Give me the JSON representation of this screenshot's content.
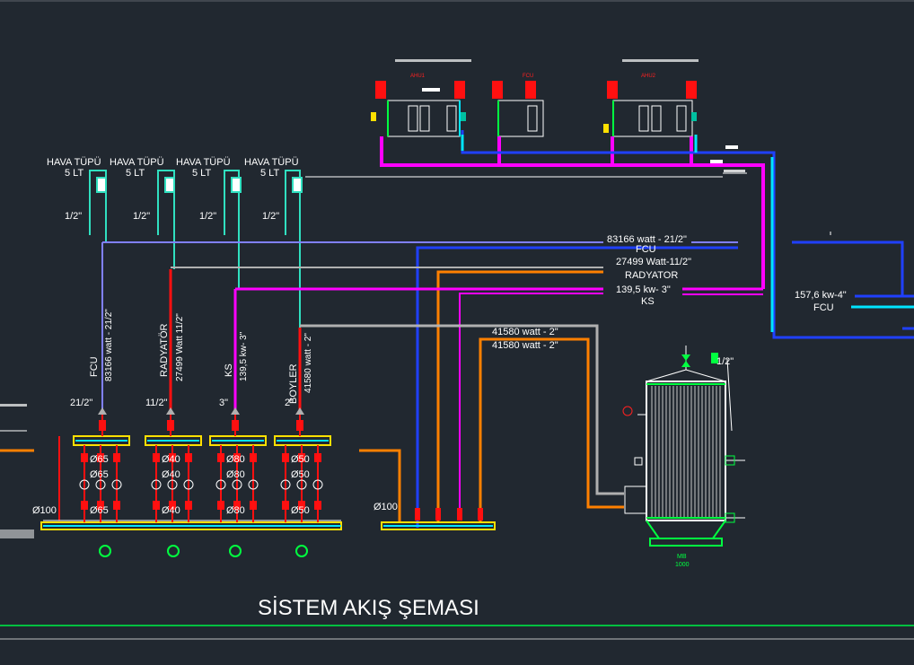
{
  "title": "SİSTEM AKIŞ ŞEMASI",
  "air_vents": [
    {
      "label": "HAVA TÜPÜ",
      "volume": "5 LT",
      "pipe": "1/2\""
    },
    {
      "label": "HAVA TÜPÜ",
      "volume": "5 LT",
      "pipe": "1/2\""
    },
    {
      "label": "HAVA TÜPÜ",
      "volume": "5 LT",
      "pipe": "1/2\""
    },
    {
      "label": "HAVA TÜPÜ",
      "volume": "5 LT",
      "pipe": "1/2\""
    }
  ],
  "circuits": [
    {
      "name": "FCU",
      "load": "83166 watt - 21/2\"",
      "size": "21/2\"",
      "valves": [
        "Ø65",
        "Ø65",
        "Ø65"
      ]
    },
    {
      "name": "RADYATÖR",
      "load": "27499 Watt 11/2\"",
      "size": "11/2\"",
      "valves": [
        "Ø40",
        "Ø40",
        "Ø40"
      ]
    },
    {
      "name": "KS",
      "load": "139,5 kw- 3\"",
      "size": "3\"",
      "valves": [
        "Ø80",
        "Ø80",
        "Ø80"
      ]
    },
    {
      "name": "BOYLER",
      "load": "41580 watt - 2\"",
      "size": "2\"",
      "valves": [
        "Ø50",
        "Ø50",
        "Ø50"
      ]
    }
  ],
  "header_left_size": "Ø100",
  "header_right_size": "Ø100",
  "line_labels": {
    "fcu_line": "83166 watt - 21/2\"",
    "fcu_name": "FCU",
    "rad_line": "27499 Watt-11/2\"",
    "rad_name": "RADYATOR",
    "ks_line": "139,5 kw- 3\"",
    "ks_name": "KS",
    "boyler_1": "41580 watt - 2\"",
    "boyler_2": "41580 watt - 2\"",
    "right_fcu_line": "157,6 kw-4\"",
    "right_fcu_name": "FCU"
  },
  "units": {
    "ahu1": "AHU1",
    "fcu": "FCU",
    "ahu2": "AHU2",
    "boiler_size": "1/2\"",
    "boiler_name": "MB",
    "boiler_cap": "1000"
  },
  "colors": {
    "background": "#212830",
    "magenta": "#ff00ff",
    "blue": "#2040ff",
    "cyan": "#00e5ff",
    "red": "#ff1010",
    "orange": "#ff8000",
    "gray": "#b0b0b0",
    "teal": "#30e0c0",
    "green": "#00ff40",
    "lavender": "#8080ff"
  }
}
